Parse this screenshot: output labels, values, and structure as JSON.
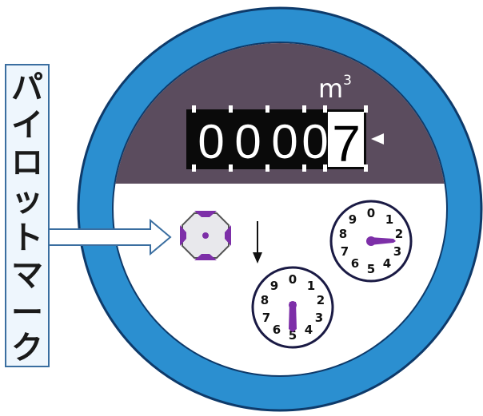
{
  "meter": {
    "unit_base": "m",
    "unit_exponent": "3",
    "digits": [
      "0",
      "0",
      "0",
      "0",
      "7"
    ],
    "indicator_glyph": "◀"
  },
  "pilot_label": {
    "chars": [
      "パ",
      "イ",
      "ロ",
      "ッ",
      "ト",
      "マ",
      "ー",
      "ク"
    ]
  },
  "dial_numbers": [
    "0",
    "1",
    "2",
    "3",
    "4",
    "5",
    "6",
    "7",
    "8",
    "9"
  ],
  "colors": {
    "ring": "#2b8fd0",
    "ring_edge": "#0e3a6a",
    "upper_panel": "#5b4c5e",
    "lower_panel": "#ffffff",
    "display_bg": "#0a0a0a",
    "pilot_mark": "#7d2fa8",
    "label_bg": "#eef6fd",
    "label_border": "#3a6ea0"
  },
  "icons": {
    "arrow": "right-arrow-icon",
    "pointer": "down-arrow-icon"
  }
}
